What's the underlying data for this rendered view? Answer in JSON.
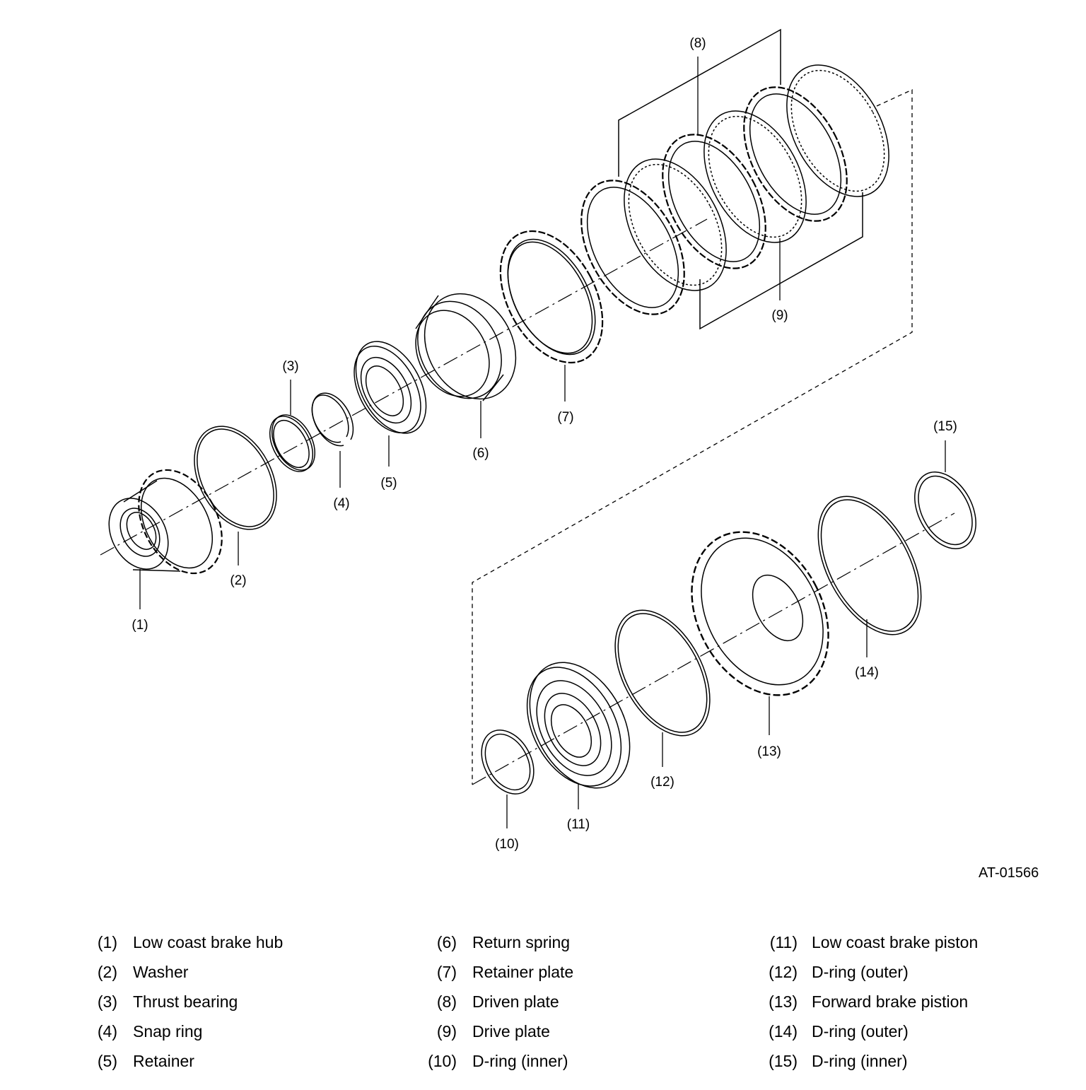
{
  "figure_id": "AT-01566",
  "callouts": [
    "(1)",
    "(2)",
    "(3)",
    "(4)",
    "(5)",
    "(6)",
    "(7)",
    "(8)",
    "(9)",
    "(10)",
    "(11)",
    "(12)",
    "(13)",
    "(14)",
    "(15)"
  ],
  "legend": [
    {
      "num": "(1)",
      "label": "Low coast brake hub"
    },
    {
      "num": "(2)",
      "label": "Washer"
    },
    {
      "num": "(3)",
      "label": "Thrust bearing"
    },
    {
      "num": "(4)",
      "label": "Snap ring"
    },
    {
      "num": "(5)",
      "label": "Retainer"
    },
    {
      "num": "(6)",
      "label": "Return spring"
    },
    {
      "num": "(7)",
      "label": "Retainer plate"
    },
    {
      "num": "(8)",
      "label": "Driven plate"
    },
    {
      "num": "(9)",
      "label": "Drive plate"
    },
    {
      "num": "(10)",
      "label": "D-ring (inner)"
    },
    {
      "num": "(11)",
      "label": "Low coast brake piston"
    },
    {
      "num": "(12)",
      "label": "D-ring (outer)"
    },
    {
      "num": "(13)",
      "label": "Forward brake pistion"
    },
    {
      "num": "(14)",
      "label": "D-ring (outer)"
    },
    {
      "num": "(15)",
      "label": "D-ring (inner)"
    }
  ]
}
